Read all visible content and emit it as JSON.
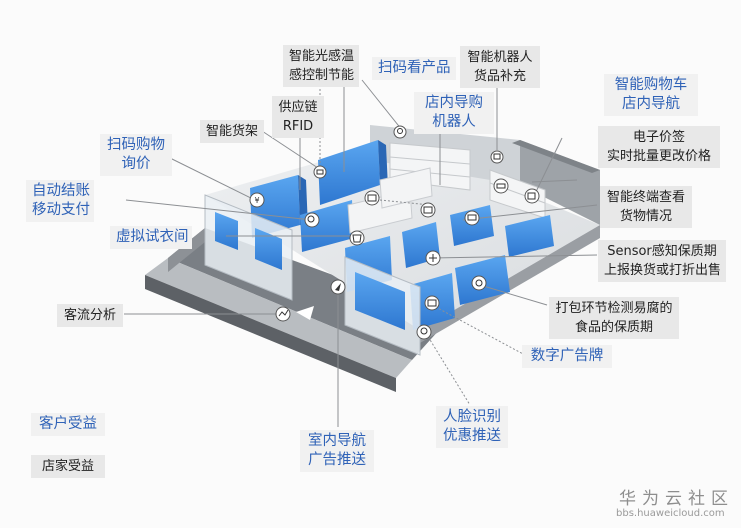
{
  "labels": {
    "smart_light_temp": "智能光感温\n感控制节能",
    "scan_view_product": "扫码看产品",
    "smart_robot_restock": "智能机器人\n货品补充",
    "smart_cart_nav": "智能购物车\n店内导航",
    "supply_chain_rfid": "供应链\nRFID",
    "store_nav_robot": "店内导购\n机器人",
    "smart_shelf": "智能货架",
    "scan_shop_price": "扫码购物\n询价",
    "e_price_tag": "电子价签\n实时批量更改价格",
    "self_checkout": "自动结账\n移动支付",
    "smart_terminal": "智能终端查看\n货物情况",
    "virtual_fitting": "虚拟试衣间",
    "sensor_expiry": "Sensor感知保质期\n上报换货或打折出售",
    "traffic_analysis": "客流分析",
    "packaging_expiry": "打包环节检测易腐的\n食品的保质期",
    "digital_signage": "数字广告牌",
    "face_recognition": "人脸识别\n优惠推送",
    "indoor_nav_ads": "室内导航\n广告推送"
  },
  "legend": {
    "customer": "客户受益",
    "merchant": "店家受益"
  },
  "watermark": {
    "title": "华为云社区",
    "url": "bbs.huaweicloud.com"
  },
  "colors": {
    "customer_text": "#2f62b7",
    "merchant_text": "#222222",
    "customer_bg": "#f1f1f1",
    "merchant_bg": "#e8e8e8",
    "fixture_blue": "#3f8fe6"
  },
  "icons": [
    "cash-register-icon",
    "lightbulb-icon",
    "scan-icon",
    "robot-icon",
    "cart-icon",
    "price-tag-icon",
    "shirt-icon",
    "navigation-icon",
    "face-icon",
    "box-icon",
    "chart-icon"
  ]
}
